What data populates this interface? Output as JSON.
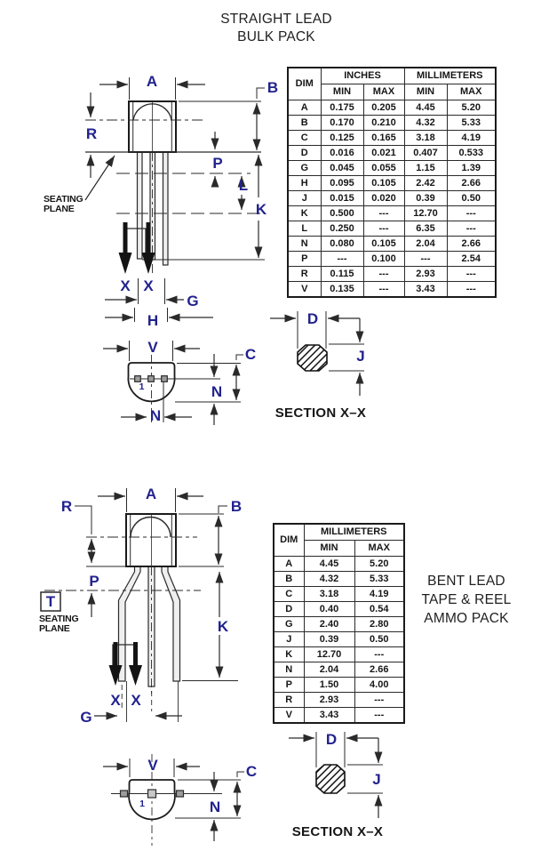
{
  "titles": {
    "top_line1": "STRAIGHT LEAD",
    "top_line2": "BULK PACK",
    "right_line1": "BENT LEAD",
    "right_line2": "TAPE & REEL",
    "right_line3": "AMMO PACK"
  },
  "labels": {
    "a": "A",
    "b": "B",
    "c": "C",
    "d": "D",
    "g": "G",
    "h": "H",
    "j": "J",
    "k": "K",
    "l": "L",
    "n": "N",
    "p": "P",
    "r": "R",
    "t": "T",
    "v": "V",
    "x": "X",
    "pin1": "1",
    "seating1": "SEATING",
    "seating2": "PLANE",
    "section": "SECTION X–X"
  },
  "table_straight": {
    "group_headers": [
      "INCHES",
      "MILLIMETERS"
    ],
    "col_headers": [
      "DIM",
      "MIN",
      "MAX",
      "MIN",
      "MAX"
    ],
    "rows": [
      [
        "A",
        "0.175",
        "0.205",
        "4.45",
        "5.20"
      ],
      [
        "B",
        "0.170",
        "0.210",
        "4.32",
        "5.33"
      ],
      [
        "C",
        "0.125",
        "0.165",
        "3.18",
        "4.19"
      ],
      [
        "D",
        "0.016",
        "0.021",
        "0.407",
        "0.533"
      ],
      [
        "G",
        "0.045",
        "0.055",
        "1.15",
        "1.39"
      ],
      [
        "H",
        "0.095",
        "0.105",
        "2.42",
        "2.66"
      ],
      [
        "J",
        "0.015",
        "0.020",
        "0.39",
        "0.50"
      ],
      [
        "K",
        "0.500",
        "---",
        "12.70",
        "---"
      ],
      [
        "L",
        "0.250",
        "---",
        "6.35",
        "---"
      ],
      [
        "N",
        "0.080",
        "0.105",
        "2.04",
        "2.66"
      ],
      [
        "P",
        "---",
        "0.100",
        "---",
        "2.54"
      ],
      [
        "R",
        "0.115",
        "---",
        "2.93",
        "---"
      ],
      [
        "V",
        "0.135",
        "---",
        "3.43",
        "---"
      ]
    ]
  },
  "table_bent": {
    "group_header": "MILLIMETERS",
    "col_headers": [
      "DIM",
      "MIN",
      "MAX"
    ],
    "rows": [
      [
        "A",
        "4.45",
        "5.20"
      ],
      [
        "B",
        "4.32",
        "5.33"
      ],
      [
        "C",
        "3.18",
        "4.19"
      ],
      [
        "D",
        "0.40",
        "0.54"
      ],
      [
        "G",
        "2.40",
        "2.80"
      ],
      [
        "J",
        "0.39",
        "0.50"
      ],
      [
        "K",
        "12.70",
        "---"
      ],
      [
        "N",
        "2.04",
        "2.66"
      ],
      [
        "P",
        "1.50",
        "4.00"
      ],
      [
        "R",
        "2.93",
        "---"
      ],
      [
        "V",
        "3.43",
        "---"
      ]
    ]
  },
  "colors": {
    "dim_label": "#22228e",
    "ink": "#1a1a1a",
    "hatch": "#111111"
  }
}
